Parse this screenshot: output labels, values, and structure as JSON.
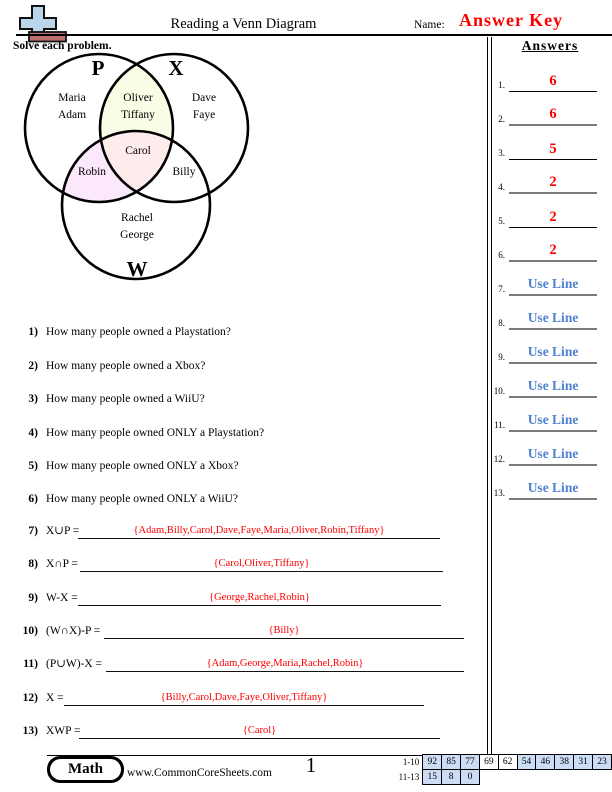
{
  "header": {
    "title": "Reading a Venn Diagram",
    "name_label": "Name:",
    "answer_key": "Answer Key",
    "instruction": "Solve each problem.",
    "answers_heading": "Answers"
  },
  "venn": {
    "set_labels": {
      "p": "P",
      "x": "X",
      "w": "W"
    },
    "p_only": {
      "line1": "Maria",
      "line2": "Adam"
    },
    "px": {
      "line1": "Oliver",
      "line2": "Tiffany"
    },
    "x_only": {
      "line1": "Dave",
      "line2": "Faye"
    },
    "center": {
      "line1": "Carol"
    },
    "pw": {
      "line1": "Robin"
    },
    "xw": {
      "line1": "Billy"
    },
    "w_only": {
      "line1": "Rachel",
      "line2": "George"
    },
    "colors": {
      "px_fill": "#fafce6",
      "pw_fill": "#fbe8fb",
      "center_fill": "#fdeceb"
    }
  },
  "questions": [
    {
      "num": "1)",
      "text": "How many people owned a Playstation?"
    },
    {
      "num": "2)",
      "text": "How many people owned a Xbox?"
    },
    {
      "num": "3)",
      "text": "How many people owned a WiiU?"
    },
    {
      "num": "4)",
      "text": "How many people owned ONLY a Playstation?"
    },
    {
      "num": "5)",
      "text": "How many people owned ONLY a Xbox?"
    },
    {
      "num": "6)",
      "text": "How many people owned ONLY a WiiU?"
    }
  ],
  "set_questions": [
    {
      "num": "7)",
      "label": "X∪P =",
      "answer": "{Adam,Billy,Carol,Dave,Faye,Maria,Oliver,Robin,Tiffany}"
    },
    {
      "num": "8)",
      "label": "X∩P =",
      "answer": "{Carol,Oliver,Tiffany}"
    },
    {
      "num": "9)",
      "label": "W-X =",
      "answer": "{George,Rachel,Robin}"
    },
    {
      "num": "10)",
      "label": "(W∩X)-P =",
      "answer": "{Billy}"
    },
    {
      "num": "11)",
      "label": "(P∪W)-X =",
      "answer": "{Adam,George,Maria,Rachel,Robin}"
    },
    {
      "num": "12)",
      "label": "X =",
      "answer": "{Billy,Carol,Dave,Faye,Oliver,Tiffany}"
    },
    {
      "num": "13)",
      "label": "XWP =",
      "answer": "{Carol}"
    }
  ],
  "answers_column": {
    "items": [
      {
        "num": "1.",
        "value": "6"
      },
      {
        "num": "2.",
        "value": "6"
      },
      {
        "num": "3.",
        "value": "5"
      },
      {
        "num": "4.",
        "value": "2"
      },
      {
        "num": "5.",
        "value": "2"
      },
      {
        "num": "6.",
        "value": "2"
      },
      {
        "num": "7.",
        "value": "Use Line"
      },
      {
        "num": "8.",
        "value": "Use Line"
      },
      {
        "num": "9.",
        "value": "Use Line"
      },
      {
        "num": "10.",
        "value": "Use Line"
      },
      {
        "num": "11.",
        "value": "Use Line"
      },
      {
        "num": "12.",
        "value": "Use Line"
      },
      {
        "num": "13.",
        "value": "Use Line"
      }
    ]
  },
  "footer": {
    "subject_badge": "Math",
    "website": "www.CommonCoreSheets.com",
    "page_number": "1",
    "score_table": {
      "row1_label": "1-10",
      "row1_values": [
        "92",
        "85",
        "77",
        "69",
        "62",
        "54",
        "46",
        "38",
        "31",
        "23"
      ],
      "row2_label": "11-13",
      "row2_values": [
        "15",
        "8",
        "0"
      ]
    }
  },
  "colors": {
    "answer_red": "#fe0000",
    "useline_blue": "#4f81cf",
    "table_highlight_blue": "#ccdcf4",
    "logo_cross_blue": "#b9d6ea",
    "logo_bar_red": "#bb6f6e"
  }
}
